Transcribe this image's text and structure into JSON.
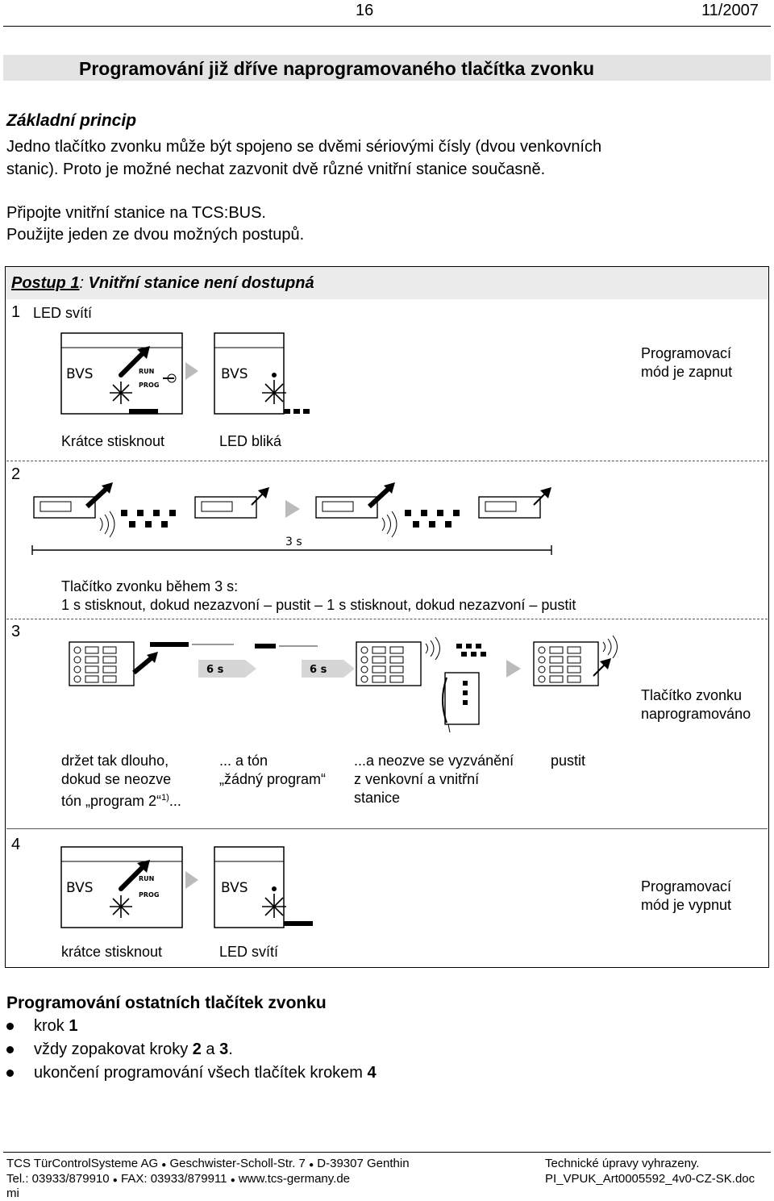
{
  "header": {
    "page_number": "16",
    "date": "11/2007"
  },
  "title": "Programování již dříve naprogramovaného tlačítka zvonku",
  "intro": {
    "heading": "Základní princip",
    "line1": "Jedno tlačítko zvonku může být spojeno se dvěmi sériovými čísly (dvou venkovních",
    "line2": "stanic). Proto je možné nechat zazvonit dvě různé vnitřní stanice současně.",
    "line3": "Připojte vnitřní stanice na TCS:BUS.",
    "line4": "Použijte jeden ze dvou možných postupů."
  },
  "procedure": {
    "heading_word": "Postup 1",
    "heading_colon": ":",
    "heading_rest": " Vnitřní stanice není dostupná",
    "step1": {
      "num": "1",
      "label": "LED svítí",
      "note_line1": "Programovací",
      "note_line2": "mód je zapnut",
      "caption_a": "Krátce stisknout",
      "caption_b": "LED bliká"
    },
    "step2": {
      "num": "2",
      "duration": "3 s"
    },
    "step3": {
      "num": "3",
      "desc_line1": "Tlačítko zvonku během 3 s:",
      "desc_line2": "1 s stisknout, dokud nezazvoní – pustit – 1 s stisknout, dokud nezazvoní – pustit",
      "timer_a": "6 s",
      "timer_b": "6 s",
      "note_line1": "Tlačítko zvonku",
      "note_line2": "naprogramováno",
      "cap1_line1": "držet tak dlouho,",
      "cap1_line2": "dokud se neozve",
      "cap1_line3": "tón „program 2“",
      "cap1_sup": "1)",
      "cap1_end": "...",
      "cap2_line1": "... a tón",
      "cap2_line2": "„žádný program“",
      "cap3_line1": "...a neozve se vyzvánění",
      "cap3_line2": "z venkovní a vnitřní",
      "cap3_line3": "stanice",
      "cap4": "pustit"
    },
    "step4": {
      "num": "4",
      "note_line1": "Programovací",
      "note_line2": "mód je vypnut",
      "caption_a": "krátce  stisknout",
      "caption_b": "LED svítí"
    },
    "device_labels": {
      "bvs": "BVS",
      "run": "RUN",
      "prog": "PROG"
    }
  },
  "other_buttons": {
    "heading": "Programování ostatních tlačítek zvonku",
    "items": [
      {
        "text": "krok ",
        "bold": "1",
        "tail": ""
      },
      {
        "text": "vždy zopakovat kroky ",
        "bold": "2",
        "mid": " a ",
        "bold2": "3",
        "tail": "."
      },
      {
        "text": "ukončení programování všech tlačítek krokem ",
        "bold": "4",
        "tail": ""
      }
    ]
  },
  "footer": {
    "company": "TCS TürControlSysteme AG",
    "address": "Geschwister-Scholl-Str. 7",
    "city": "D-39307 Genthin",
    "tel": "Tel.: 03933/879910",
    "fax": "FAX:  03933/879911",
    "web": "www.tcs-germany.de",
    "overflow": "mi",
    "right1": "Technické úpravy vyhrazeny.",
    "right2": "PI_VPUK_Art0005592_4v0-CZ-SK.doc"
  }
}
